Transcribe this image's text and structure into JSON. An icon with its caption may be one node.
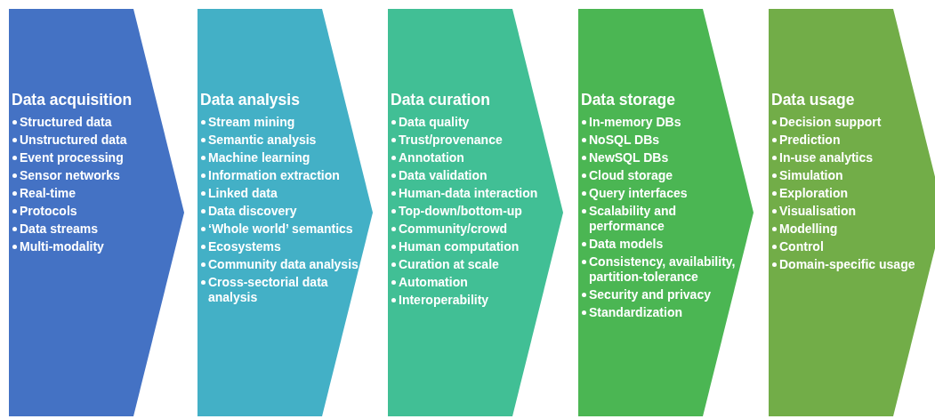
{
  "diagram": {
    "nodes": [
      {
        "text": [
          "Data acquisition",
          "Structured data",
          "Unstructured data",
          "Event processing",
          "Sensor networks",
          "Real-time",
          "Protocols",
          "Data streams",
          "Multi-modality"
        ]
      },
      {
        "text": [
          "Data analysis",
          "Stream mining",
          "Semantic analysis",
          "Machine learning",
          "Information extraction",
          "Linked data",
          "Data discovery",
          "‘Whole world’ semantics",
          "Ecosystems",
          "Community data analysis",
          "Cross-sectorial data analysis"
        ]
      },
      {
        "text": [
          "Data curation",
          "Data quality",
          "Trust/provenance",
          "Annotation",
          "Data validation",
          "Human-data interaction",
          "Top-down/bottom-up",
          "Community/crowd",
          "Human computation",
          "Curation at scale",
          "Automation",
          "Interoperability"
        ]
      },
      {
        "text": [
          "Data storage",
          "In-memory DBs",
          "NoSQL DBs",
          "NewSQL DBs",
          "Cloud storage",
          "Query interfaces",
          "Scalability and performance",
          "Data models",
          "Consistency, availability, partition-tolerance",
          "Security and privacy",
          "Standardization"
        ]
      },
      {
        "text": [
          "Data usage",
          "Decision support",
          "Prediction",
          "In-use analytics",
          "Simulation",
          "Exploration",
          "Visualisation",
          "Modelling",
          "Control",
          "Domain-specific usage"
        ]
      }
    ]
  }
}
